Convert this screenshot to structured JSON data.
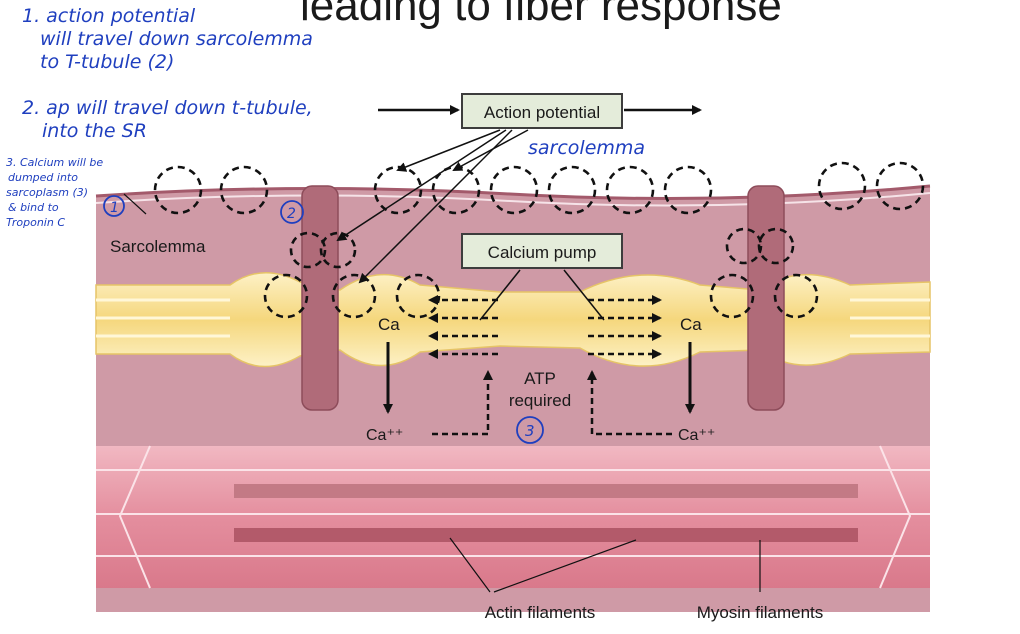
{
  "slide": {
    "title_fragment": "leading to fiber response"
  },
  "figure": {
    "boxes": {
      "action_potential": "Action potential",
      "calcium_pump": "Calcium pump"
    },
    "labels": {
      "sarcolemma": "Sarcolemma",
      "ca_left": "Ca",
      "ca_right": "Ca",
      "ca_ion_left": "Ca⁺⁺",
      "ca_ion_right": "Ca⁺⁺",
      "atp_line1": "ATP",
      "atp_line2": "required",
      "actin": "Actin filaments",
      "myosin": "Myosin filaments"
    }
  },
  "handwriting": {
    "note1": [
      "1. action potential",
      "will travel down sarcolemma",
      "to T-tubule (2)"
    ],
    "note2": [
      "2. ap will travel down t-tubule,",
      "into the SR"
    ],
    "note3": [
      "3. Calcium will be",
      "dumped into",
      "sarcoplasm (3)",
      "& bind to",
      "Troponin C"
    ],
    "sarcolemma_note": "sarcolemma",
    "mark1": "1",
    "mark2": "2",
    "mark3": "3"
  },
  "colors": {
    "membrane": "#c9919d",
    "sarcoplasm": "#d8b3bb",
    "reticulum": "#f8e39a",
    "t_tubule": "#b06b79",
    "myofibril": "#e69aa8",
    "box_fill": "#e4ecda",
    "annotation": "#1f3fbf"
  }
}
